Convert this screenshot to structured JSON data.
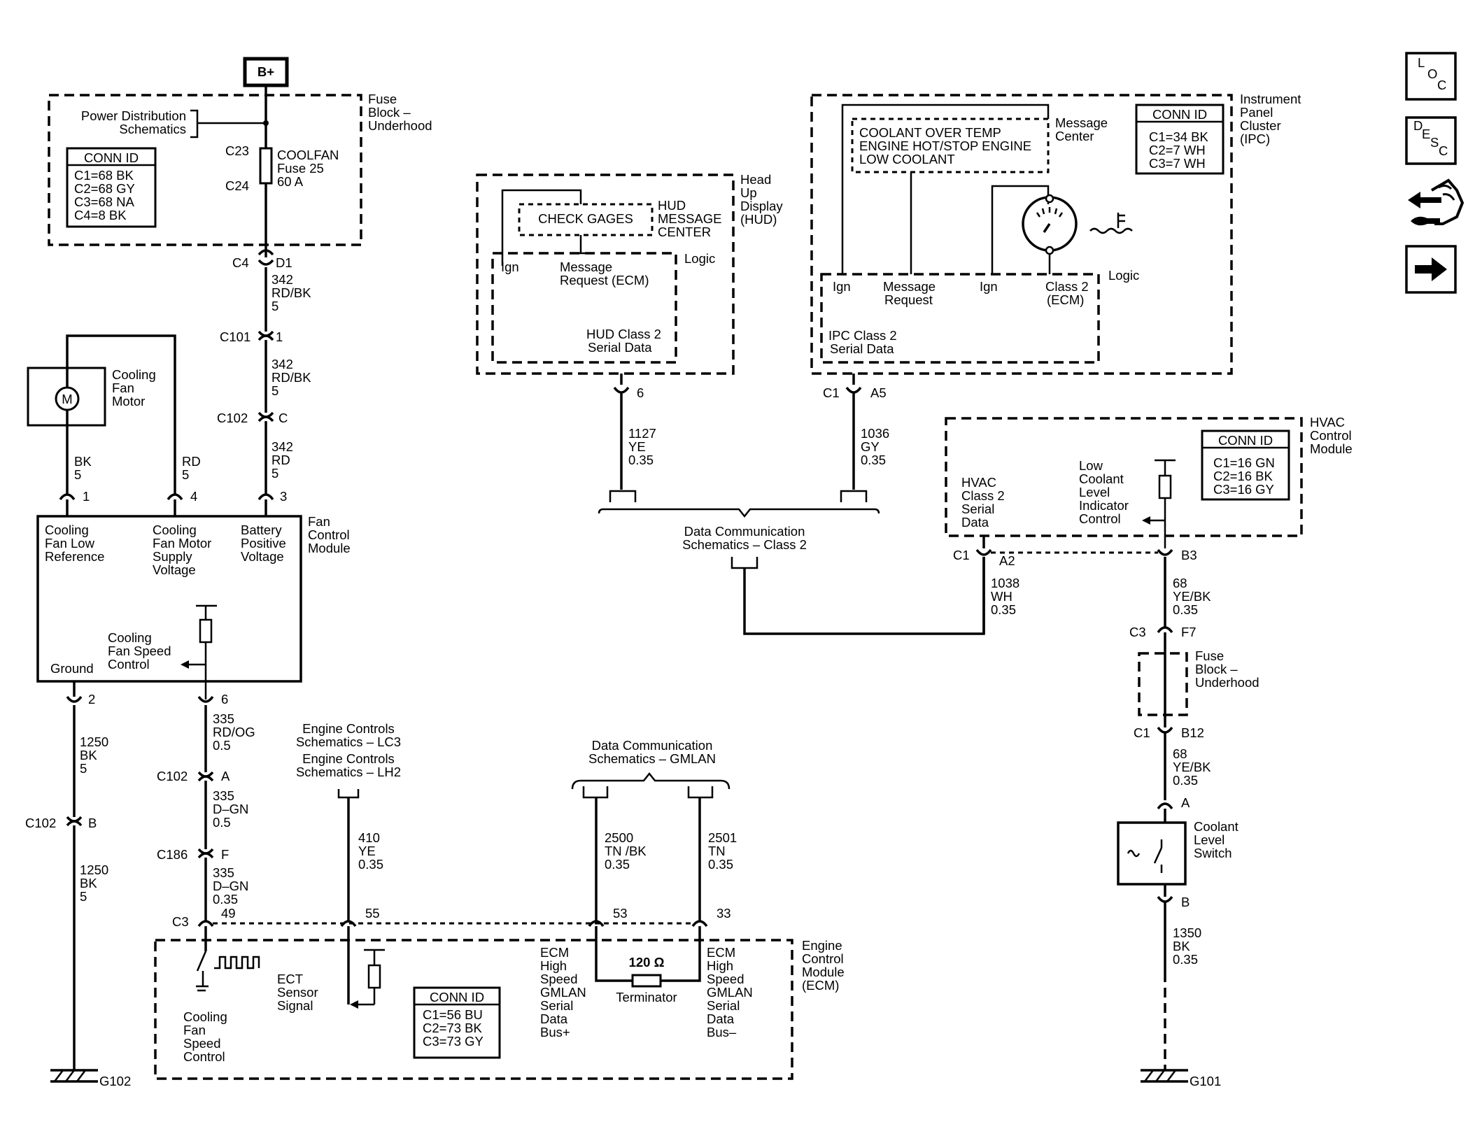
{
  "batt": "B+",
  "fuseblock": {
    "title": [
      "Fuse",
      "Block –",
      "Underhood"
    ],
    "pds": [
      "Power Distribution",
      "Schematics"
    ],
    "c23": "C23",
    "c24": "C24",
    "fuse": [
      "COOLFAN",
      "Fuse 25",
      "60 A"
    ],
    "conn_title": "CONN ID",
    "conn": [
      "C1=68 BK",
      "C2=68 GY",
      "C3=68 NA",
      "C4=8 BK"
    ]
  },
  "c4": "C4",
  "d1": "D1",
  "wire342a": [
    "342",
    "RD/BK",
    "5"
  ],
  "c101": "C101",
  "c101pin": "1",
  "wire342b": [
    "342",
    "RD/BK",
    "5"
  ],
  "c102": "C102",
  "c102pin": "C",
  "wire342c": [
    "342",
    "RD",
    "5"
  ],
  "motor": {
    "symbol": "M",
    "label": [
      "Cooling",
      "Fan",
      "Motor"
    ]
  },
  "wireBK": [
    "BK",
    "5"
  ],
  "wireRD": [
    "RD",
    "5"
  ],
  "fcm": {
    "title": [
      "Fan",
      "Control",
      "Module"
    ],
    "pin1": "1",
    "pin4": "4",
    "pin3": "3",
    "lowref": [
      "Cooling",
      "Fan Low",
      "Reference"
    ],
    "supply": [
      "Cooling",
      "Fan Motor",
      "Supply",
      "Voltage"
    ],
    "battpos": [
      "Battery",
      "Positive",
      "Voltage"
    ],
    "speed": [
      "Cooling",
      "Fan Speed",
      "Control"
    ],
    "ground": "Ground",
    "pin2": "2",
    "pin6": "6"
  },
  "wire1250a": [
    "1250",
    "BK",
    "5"
  ],
  "c102b": "C102",
  "c102bpin": "B",
  "wire1250b": [
    "1250",
    "BK",
    "5"
  ],
  "g102": "G102",
  "wire335a": [
    "335",
    "RD/OG",
    "0.5"
  ],
  "c102a": "C102",
  "c102apin": "A",
  "wire335b": [
    "335",
    "D–GN",
    "0.5"
  ],
  "c186": "C186",
  "c186pin": "F",
  "wire335c": [
    "335",
    "D–GN",
    "0.35"
  ],
  "c3": "C3",
  "pin49": "49",
  "ecs": [
    "Engine Controls",
    "Schematics – LC3",
    "Engine Controls",
    "Schematics – LH2"
  ],
  "wire410": [
    "410",
    "YE",
    "0.35"
  ],
  "pin55": "55",
  "gmlan": [
    "Data Communication",
    "Schematics – GMLAN"
  ],
  "wire2500": [
    "2500",
    "TN /BK",
    "0.35"
  ],
  "wire2501": [
    "2501",
    "TN",
    "0.35"
  ],
  "pin53": "53",
  "pin33": "33",
  "ecm": {
    "title": [
      "Engine",
      "Control",
      "Module",
      "(ECM)"
    ],
    "fanspeed": [
      "Cooling",
      "Fan",
      "Speed",
      "Control"
    ],
    "ect": [
      "ECT",
      "Sensor",
      "Signal"
    ],
    "conn_title": "CONN ID",
    "conn": [
      "C1=56 BU",
      "C2=73 BK",
      "C3=73 GY"
    ],
    "busplus": [
      "ECM",
      "High",
      "Speed",
      "GMLAN",
      "Serial",
      "Data",
      "Bus+"
    ],
    "busminus": [
      "ECM",
      "High",
      "Speed",
      "GMLAN",
      "Serial",
      "Data",
      "Bus–"
    ],
    "term": "120 Ω",
    "termlabel": "Terminator"
  },
  "hud": {
    "title": [
      "Head",
      "Up",
      "Display",
      "(HUD)"
    ],
    "gages": "CHECK GAGES",
    "msgctr": [
      "HUD",
      "MESSAGE",
      "CENTER"
    ],
    "logic": "Logic",
    "ign": "Ign",
    "msgreq": [
      "Message",
      "Request (ECM)"
    ],
    "serial": [
      "HUD Class 2",
      "Serial Data"
    ],
    "pin6": "6"
  },
  "wire1127": [
    "1127",
    "YE",
    "0.35"
  ],
  "dc2": [
    "Data Communication",
    "Schematics – Class 2"
  ],
  "ipc": {
    "title": [
      "Instrument",
      "Panel",
      "Cluster",
      "(IPC)"
    ],
    "msgs": [
      "COOLANT OVER TEMP",
      "ENGINE HOT/STOP ENGINE",
      "LOW COOLANT"
    ],
    "msgctr": [
      "Message",
      "Center"
    ],
    "conn_title": "CONN ID",
    "conn": [
      "C1=34 BK",
      "C2=7 WH",
      "C3=7 WH"
    ],
    "logic": "Logic",
    "ign1": "Ign",
    "msgreq": [
      "Message",
      "Request"
    ],
    "ign2": "Ign",
    "class2": [
      "Class 2",
      "(ECM)"
    ],
    "serial": [
      "IPC Class 2",
      "Serial Data"
    ],
    "c1": "C1",
    "a5": "A5"
  },
  "wire1036": [
    "1036",
    "GY",
    "0.35"
  ],
  "hvac": {
    "title": [
      "HVAC",
      "Control",
      "Module"
    ],
    "conn_title": "CONN ID",
    "conn": [
      "C1=16 GN",
      "C2=16 BK",
      "C3=16 GY"
    ],
    "serial": [
      "HVAC",
      "Class 2",
      "Serial",
      "Data"
    ],
    "lowcool": [
      "Low",
      "Coolant",
      "Level",
      "Indicator",
      "Control"
    ],
    "c1": "C1",
    "a2": "A2",
    "b3": "B3"
  },
  "wire1038": [
    "1038",
    "WH",
    "0.35"
  ],
  "wire68a": [
    "68",
    "YE/BK",
    "0.35"
  ],
  "c3f": "C3",
  "f7": "F7",
  "fb2": [
    "Fuse",
    "Block –",
    "Underhood"
  ],
  "c1b": "C1",
  "b12": "B12",
  "wire68b": [
    "68",
    "YE/BK",
    "0.35"
  ],
  "pinA": "A",
  "cls": {
    "label": [
      "Coolant",
      "Level",
      "Switch"
    ]
  },
  "pinB": "B",
  "wire1350": [
    "1350",
    "BK",
    "0.35"
  ],
  "g101": "G101",
  "icons": {
    "loc": [
      "L",
      "O",
      "C"
    ],
    "desc": [
      "D",
      "E",
      "S",
      "C"
    ]
  }
}
